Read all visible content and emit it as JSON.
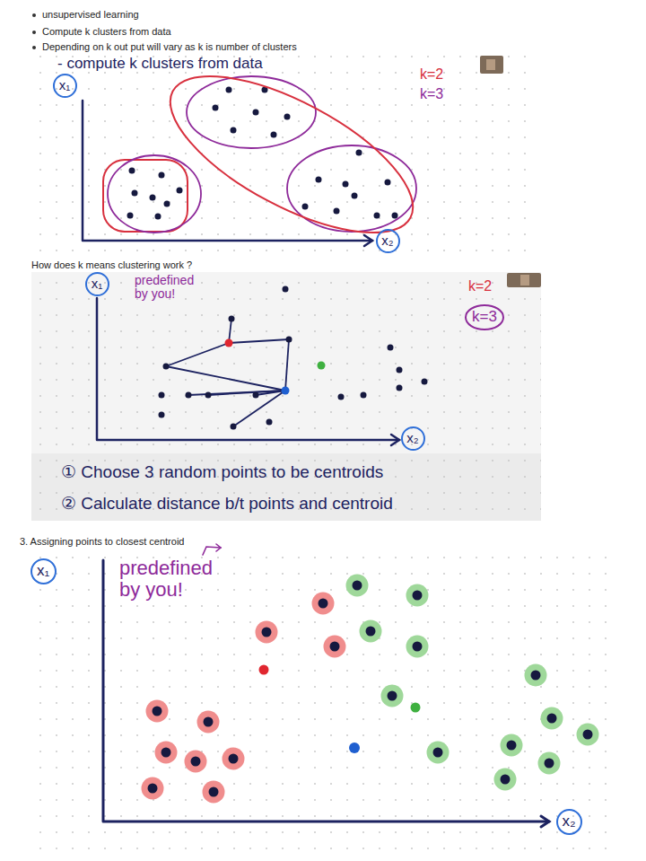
{
  "diagram": {
    "nodes": [
      {
        "text": [
          "x₁"
        ]
      },
      {
        "text": [
          "x₂"
        ]
      },
      {
        "text": [
          "x₁"
        ]
      },
      {
        "text": [
          "k=3"
        ]
      },
      {
        "text": [
          "x₂"
        ]
      },
      {
        "text": [
          "x₁"
        ]
      },
      {
        "text": [
          "x₂"
        ]
      }
    ],
    "labels": [
      "unsupervised learning",
      "Compute k clusters from data",
      "Depending on k out put will vary as k is number of clusters",
      "- compute k clusters from data",
      "k=2",
      "k=3",
      "How does k means clustering work ?",
      "predefined by you!",
      "k=2",
      "① Choose 3 random points to be centroids",
      "② Calculate distance b/t points and centroid",
      "3. Assigning points to closest centroid",
      "predefined by you!"
    ]
  }
}
